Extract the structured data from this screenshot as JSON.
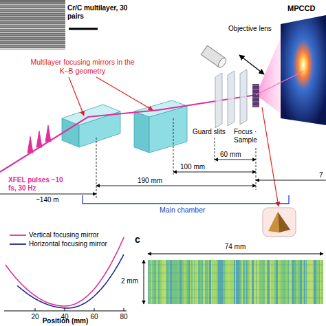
{
  "diagram": {
    "labels": [
      "Cr/C multilayer, 30 pairs",
      "Multilayer focusing mirrors in the K–B geometry",
      "Objective lens",
      "Focus · Sample",
      "Guard slits",
      "MPCCD",
      "XFEL pulses ~10 fs, 30 Hz",
      "60 mm",
      "100 mm",
      "190 mm",
      "~140 m",
      "Main chamber",
      "7",
      "c",
      "74 mm",
      "2 mm",
      "20",
      "40",
      "60",
      "80",
      "Position (mm)"
    ],
    "legend": [
      {
        "text": "Vertical focusing mirror"
      },
      {
        "text": "Horizontal focusing mirror"
      }
    ]
  }
}
